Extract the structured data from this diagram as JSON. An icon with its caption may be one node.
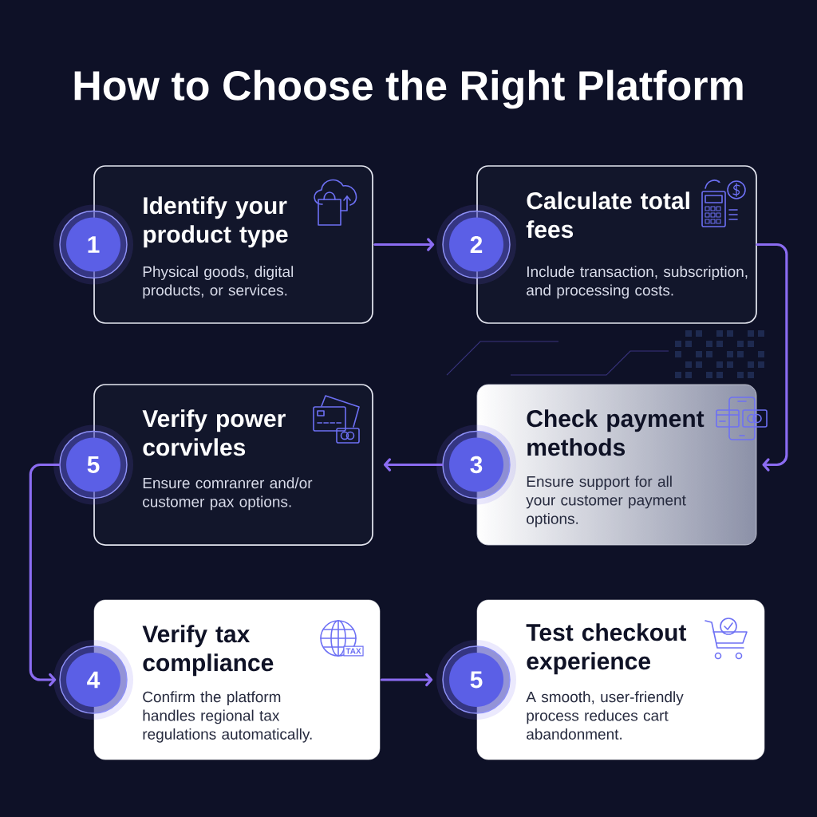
{
  "diagram": {
    "title": "How to Choose the Right Platform",
    "nodes": [
      {
        "text": [
          "1"
        ]
      },
      {
        "text": [
          "Identify your product type",
          "Physical goods, digital products, or services."
        ]
      },
      {
        "text": [
          "2"
        ]
      },
      {
        "text": [
          "Calculate total fees",
          "Include transaction, subscription, and processing costs."
        ]
      },
      {
        "text": [
          "5"
        ]
      },
      {
        "text": [
          "Verify power corvivles",
          "Ensure comranrer and/or customer pax options."
        ]
      },
      {
        "text": [
          "3"
        ]
      },
      {
        "text": [
          "Check payment methods",
          "Ensure support for all your customer payment options."
        ]
      },
      {
        "text": [
          "4"
        ]
      },
      {
        "text": [
          "Verify tax compliance",
          "Confirm the platform handles regional tax regulations automatically."
        ]
      },
      {
        "text": [
          "5"
        ]
      },
      {
        "text": [
          "Test checkout experience",
          "A smooth, user-friendly process reduces cart abandonment."
        ]
      }
    ],
    "edges": [
      {
        "from": 1,
        "to": 2,
        "arrow": "to"
      },
      {
        "from": 3,
        "to": 7,
        "arrow": "to"
      },
      {
        "from": 6,
        "to": 5,
        "arrow": "to"
      },
      {
        "from": 4,
        "to": 8,
        "arrow": "to"
      },
      {
        "from": 9,
        "to": 10,
        "arrow": "to"
      }
    ],
    "labels": [
      "TAX"
    ]
  }
}
